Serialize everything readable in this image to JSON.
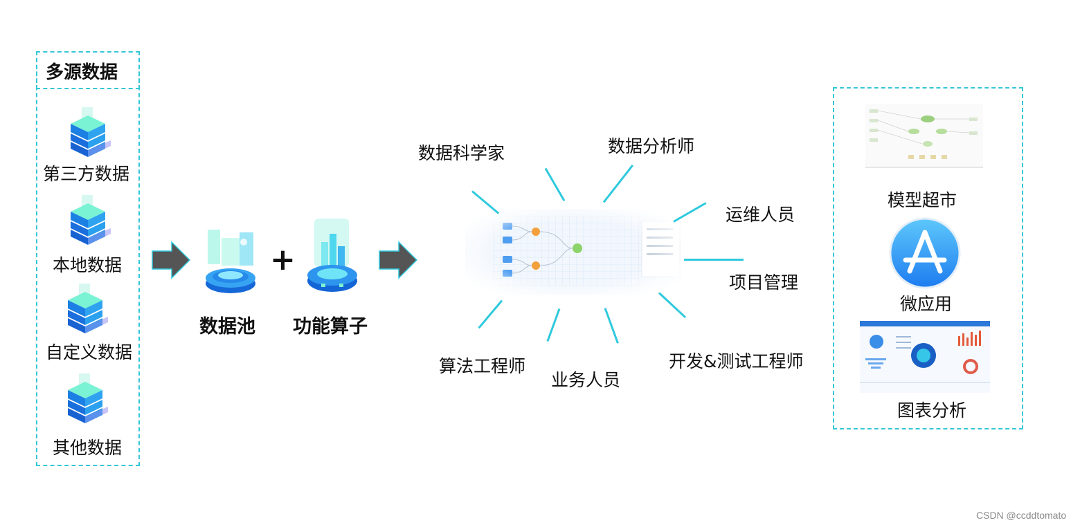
{
  "left_panel": {
    "title": "多源数据",
    "sources": [
      "第三方数据",
      "本地数据",
      "自定义数据",
      "其他数据"
    ]
  },
  "middle": {
    "data_pool": "数据池",
    "plus": "+",
    "operators": "功能算子"
  },
  "roles": {
    "data_scientist": "数据科学家",
    "data_analyst": "数据分析师",
    "ops": "运维人员",
    "project_mgmt": "项目管理",
    "dev_test": "开发&测试工程师",
    "business": "业务人员",
    "algorithm": "算法工程师"
  },
  "right_panel": {
    "model_market": "模型超市",
    "micro_app": "微应用",
    "chart_analysis": "图表分析"
  },
  "watermark": "CSDN @ccddtomato",
  "colors": {
    "accent": "#35c7d6",
    "arrow": "#555555",
    "app_blue": "#2b8ff0"
  }
}
